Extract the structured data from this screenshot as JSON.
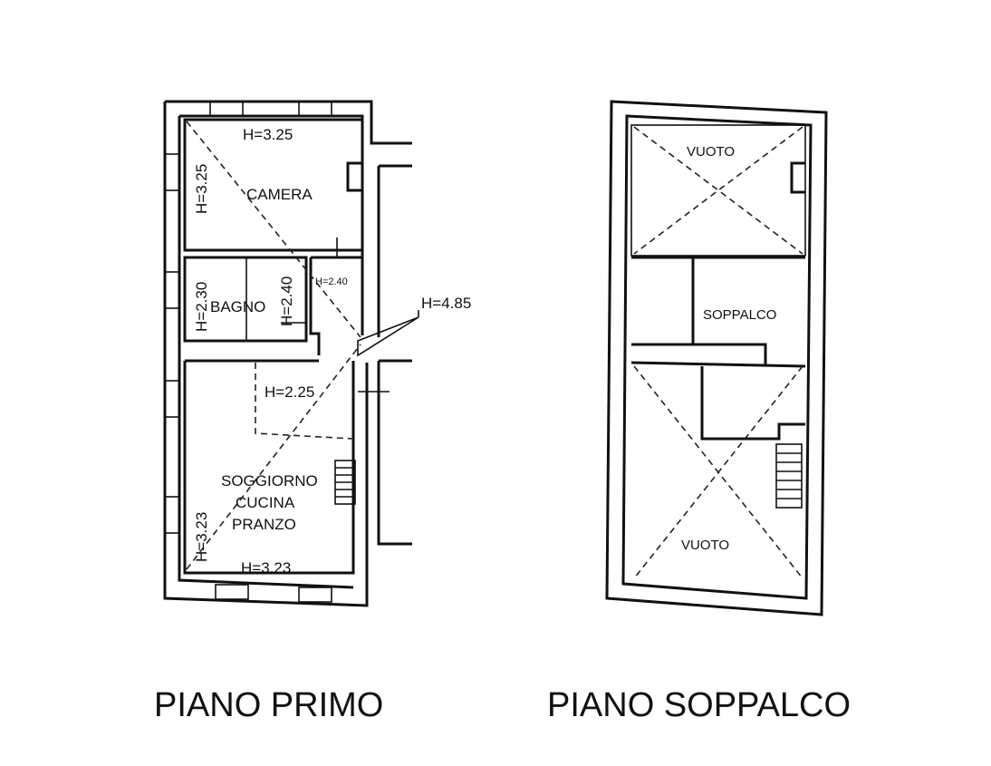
{
  "piano_primo": {
    "title": "PIANO PRIMO",
    "rooms": {
      "camera": "CAMERA",
      "bagno": "BAGNO",
      "soggiorno": "SOGGIORNO",
      "cucina": "CUCINA",
      "pranzo": "PRANZO"
    },
    "heights": {
      "camera_top": "H=3.25",
      "camera_side": "H=3.25",
      "bagno_left": "H=2.30",
      "bagno_right": "H=2.40",
      "corridor": "H=2.40",
      "stair_void": "H=4.85",
      "mezzanine_under": "H=2.25",
      "living_side": "H=3.23",
      "living_bottom": "H=3.23"
    }
  },
  "piano_soppalco": {
    "title": "PIANO SOPPALCO",
    "rooms": {
      "vuoto_top": "VUOTO",
      "soppalco": "SOPPALCO",
      "vuoto_bottom": "VUOTO"
    }
  }
}
